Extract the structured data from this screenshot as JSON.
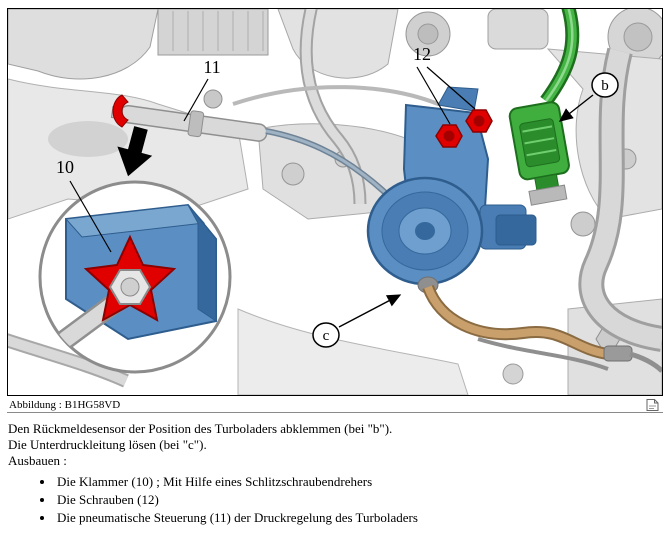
{
  "figure": {
    "caption": "Abbildung : B1HG58VD",
    "labels": {
      "n11": "11",
      "n12": "12",
      "n10": "10",
      "b": "b",
      "c": "c"
    },
    "colors": {
      "actuator_blue": "#5b8fc4",
      "connector_green": "#3fae3f",
      "clamp_red": "#e10000",
      "hose_tan": "#c9a06c"
    }
  },
  "content": {
    "line1": "Den Rückmeldesensor der Position des Turboladers abklemmen (bei \"b\").",
    "line2": "Die Unterdruckleitung lösen (bei \"c\").",
    "line3": "Ausbauen :",
    "bullets": [
      "Die Klammer (10) ; Mit Hilfe eines Schlitzschraubendrehers",
      "Die Schrauben (12)",
      "Die pneumatische Steuerung (11) der Druckregelung des Turboladers"
    ]
  }
}
